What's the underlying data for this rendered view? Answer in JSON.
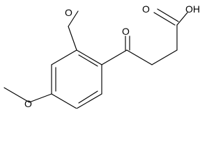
{
  "molecule": {
    "labels": {
      "methoxy_top": "O",
      "methoxy_bottom": "O",
      "ketone_oxygen": "O",
      "carboxylic_acid": "OH",
      "carbonyl_oxygen": "O"
    }
  }
}
